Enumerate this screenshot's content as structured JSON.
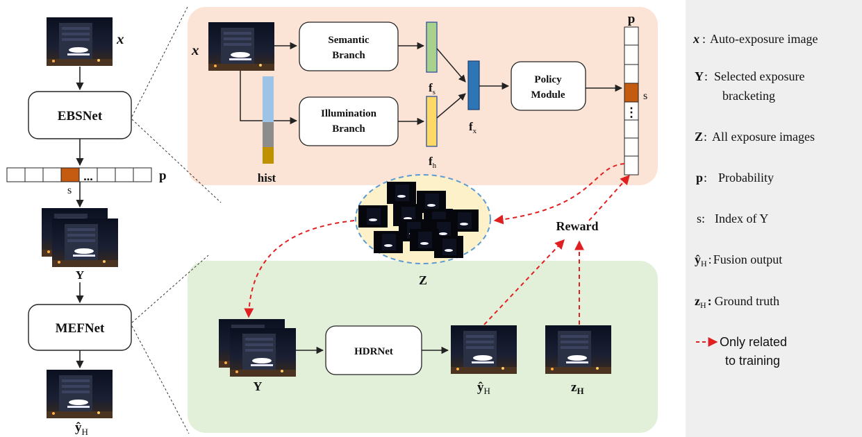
{
  "left_column": {
    "input_label": "x",
    "ebsnet_label": "EBSNet",
    "prob_label": "p",
    "index_label": "s",
    "dots": "...",
    "selected_label": "Y",
    "mefnet_label": "MEFNet",
    "output_label": "ŷ",
    "output_sub": "H"
  },
  "top_panel": {
    "input_label": "x",
    "semantic_branch": [
      "Semantic",
      "Branch"
    ],
    "illumination_branch": [
      "Illumination",
      "Branch"
    ],
    "hist_label": "hist",
    "fs_label": "f",
    "fs_sub": "s",
    "fh_label": "f",
    "fh_sub": "h",
    "fx_label": "f",
    "fx_sub": "x",
    "policy_module": [
      "Policy",
      "Module"
    ],
    "prob_label": "p",
    "index_label": "s",
    "vdots": "⋮"
  },
  "middle": {
    "z_label": "Z",
    "reward_label": "Reward"
  },
  "bottom_panel": {
    "y_label": "Y",
    "hdrnet_label": "HDRNet",
    "yhat_label": "ŷ",
    "yhat_sub": "H",
    "z_label": "z",
    "z_sub": "H"
  },
  "legend": {
    "items": [
      {
        "sym": "x",
        "sep": ":",
        "text": [
          "Auto-exposure image"
        ]
      },
      {
        "sym": "Y",
        "sep": ":",
        "text": [
          "Selected exposure",
          "bracketing"
        ]
      },
      {
        "sym": "Z",
        "sep": ":",
        "text": [
          "All exposure images"
        ]
      },
      {
        "sym": "p",
        "sep": ":",
        "text": [
          "Probability"
        ]
      },
      {
        "sym": "s",
        "sep": ":",
        "text": [
          "Index of Y"
        ]
      },
      {
        "sym": "ŷ",
        "sub": "H",
        "sep": ":",
        "text": [
          "Fusion output"
        ]
      },
      {
        "sym": "z",
        "sub": "H",
        "sep": ":",
        "text": [
          "Ground truth"
        ]
      },
      {
        "sym": "",
        "sep": "",
        "text": [
          "Only related",
          "to training"
        ]
      }
    ]
  },
  "colors": {
    "top_panel_bg": "#fbe3d6",
    "bottom_panel_bg": "#e2f0d9",
    "legend_bg": "#efefef",
    "z_ellipse_fill": "#fdf1c9",
    "z_ellipse_stroke": "#5b9bd5",
    "feature_s": "#a9d18e",
    "feature_h": "#ffd966",
    "feature_x": "#2e75b6",
    "hist_top": "#9dc3e6",
    "hist_mid": "#8c8c8c",
    "hist_bot": "#bf9000",
    "selected_cell": "#c55a11",
    "training_arrow": "#e02020"
  }
}
